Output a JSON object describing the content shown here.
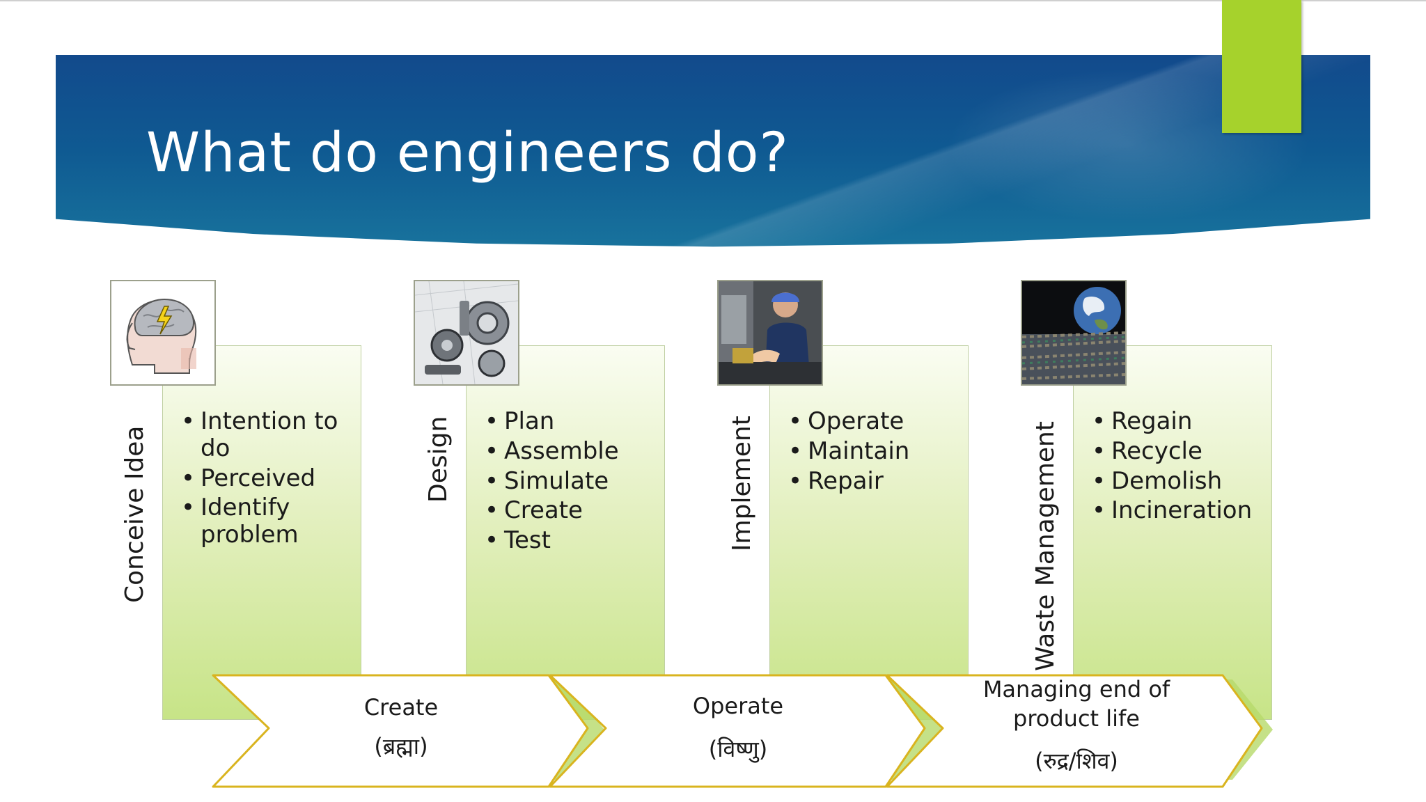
{
  "slide": {
    "title": "What do engineers do?",
    "colors": {
      "header_blue": "#124a8c",
      "accent_green": "#a6d22c",
      "chevron_outline": "#d9b41f",
      "panel_green": "#c7e487"
    }
  },
  "stages": [
    {
      "label": "Conceive Idea",
      "image_icon": "brain-head-icon",
      "bullets": [
        "Intention to do",
        "Perceived",
        "Identify problem"
      ]
    },
    {
      "label": "Design",
      "image_icon": "machine-parts-icon",
      "bullets": [
        "Plan",
        "Assemble",
        "Simulate",
        "Create",
        "Test"
      ]
    },
    {
      "label": "Implement",
      "image_icon": "worker-icon",
      "bullets": [
        "Operate",
        "Maintain",
        "Repair"
      ]
    },
    {
      "label": "Waste Management",
      "image_icon": "earth-over-waste-icon",
      "bullets": [
        "Regain",
        "Recycle",
        "Demolish",
        "Incineration"
      ]
    }
  ],
  "phases": [
    {
      "title": "Create",
      "deity": "(ब्रह्मा)"
    },
    {
      "title": "Operate",
      "deity": "(विष्णु)"
    },
    {
      "title": "Managing end of product life",
      "deity": "(रुद्र/शिव)"
    }
  ]
}
